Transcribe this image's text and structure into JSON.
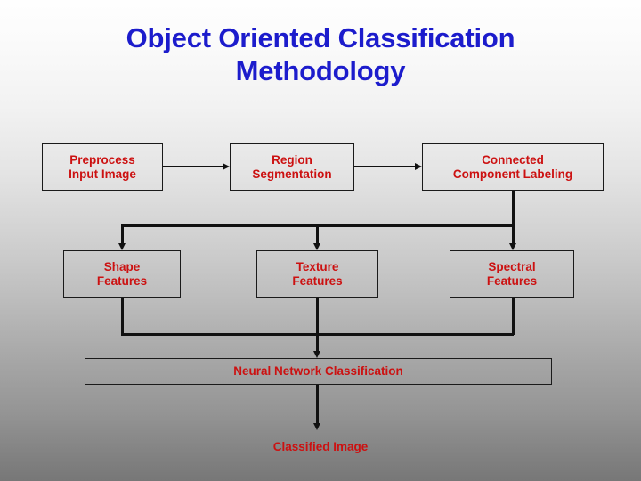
{
  "slide": {
    "title_line1": "Object Oriented Classification",
    "title_line2": "Methodology",
    "title_color": "#1c1ccc",
    "node_text_color": "#cc1111",
    "connector_color": "#111111",
    "background": "vertical gradient white to gray"
  },
  "flow": {
    "row1": [
      {
        "id": "preprocess-input-image",
        "line1": "Preprocess",
        "line2": "Input Image"
      },
      {
        "id": "region-segmentation",
        "line1": "Region",
        "line2": "Segmentation"
      },
      {
        "id": "connected-component-labeling",
        "line1": "Connected",
        "line2": "Component Labeling"
      }
    ],
    "row2": [
      {
        "id": "shape-features",
        "line1": "Shape",
        "line2": "Features"
      },
      {
        "id": "texture-features",
        "line1": "Texture",
        "line2": "Features"
      },
      {
        "id": "spectral-features",
        "line1": "Spectral",
        "line2": "Features"
      }
    ],
    "row3": {
      "id": "neural-network-classification",
      "line1": "Neural Network Classification"
    },
    "row4": {
      "id": "classified-image",
      "line1": "Classified Image"
    }
  }
}
